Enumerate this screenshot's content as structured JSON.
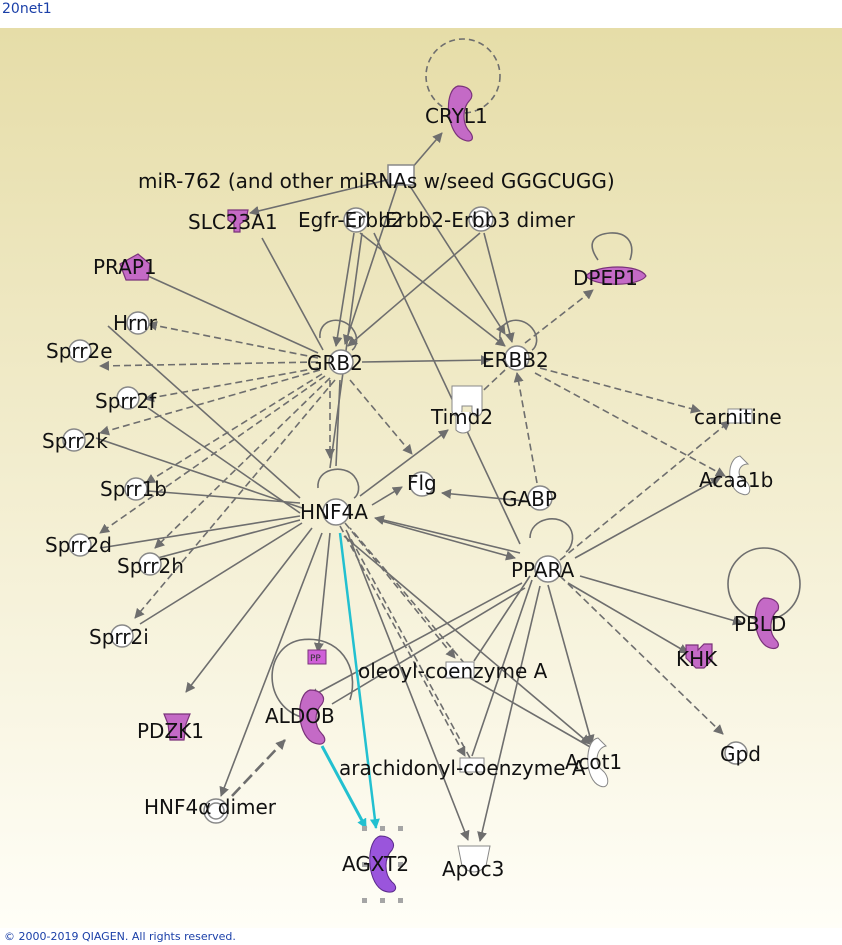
{
  "header": {
    "title": "20net1"
  },
  "footer": {
    "copyright": "© 2000-2019 QIAGEN. All rights reserved."
  },
  "colors": {
    "bg_top": "#e6dda8",
    "bg_bottom": "#fffef7",
    "edge": "#6e6e6e",
    "highlight_edge": "#22c0d0",
    "molecule_fill": "#c46ac6",
    "molecule_stroke": "#7a337a",
    "selected_fill": "#9a55dc"
  },
  "nodes": {
    "CRYL1": "CRYL1",
    "miR762": "miR-762 (and other miRNAs w/seed GGGCUGG)",
    "SLC23A1": "SLC23A1",
    "EgfrErbb2": "Egfr-Erbb2",
    "Erbb2Erbb3": "Erbb2-Erbb3 dimer",
    "PRAP1": "PRAP1",
    "DPEP1": "DPEP1",
    "Hrnr": "Hrnr",
    "Sprr2e": "Sprr2e",
    "GRB2": "GRB2",
    "ERBB2": "ERBB2",
    "Sprr2f": "Sprr2f",
    "Timd2": "Timd2",
    "carnitine": "carnitine",
    "Sprr2k": "Sprr2k",
    "Sprr1b": "Sprr1b",
    "HNF4A": "HNF4A",
    "Flg": "Flg",
    "GABP": "GABP",
    "Acaa1b": "Acaa1b",
    "Sprr2d": "Sprr2d",
    "Sprr2h": "Sprr2h",
    "PPARA": "PPARA",
    "Sprr2i": "Sprr2i",
    "PBLD": "PBLD",
    "KHK": "KHK",
    "oleoyl": "oleoyl-coenzyme A",
    "PP": "PP",
    "ALDOB": "ALDOB",
    "PDZK1": "PDZK1",
    "arachidonyl": "arachidonyl-coenzyme A",
    "Acot1": "Acot1",
    "Gpd": "Gpd",
    "HNF4aDimer": "HNF4α dimer",
    "AGXT2": "AGXT2",
    "Apoc3": "Apoc3"
  }
}
